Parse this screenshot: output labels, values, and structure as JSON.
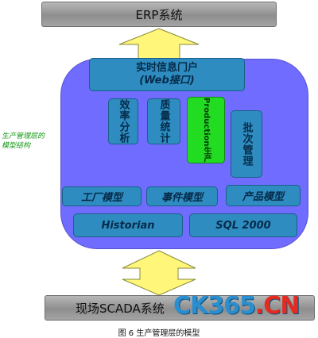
{
  "diagram": {
    "top_system": "ERP系统",
    "bottom_system": "现场SCADA系统",
    "side_label_line1": "生产管理层的",
    "side_label_line2": "模型结构",
    "realtime_portal_line1": "实时信息门户",
    "realtime_portal_line2": "(Web接口)",
    "modules": {
      "efficiency": "效率分析",
      "quality": "质量统计",
      "production": "Production生产",
      "batch": "批次管理"
    },
    "models": {
      "factory": "工厂模型",
      "event": "事件模型",
      "product": "产品模型"
    },
    "databases": {
      "historian": "Historian",
      "sql": "SQL 2000"
    },
    "caption": "图 6  生产管理层的模型"
  },
  "watermark": {
    "left": "CK365",
    "dot": ".",
    "right": "CN"
  },
  "colors": {
    "panel": "#6f6cff",
    "module": "#2e8cc0",
    "highlight": "#22dc22",
    "arrow": "#fff67a"
  }
}
